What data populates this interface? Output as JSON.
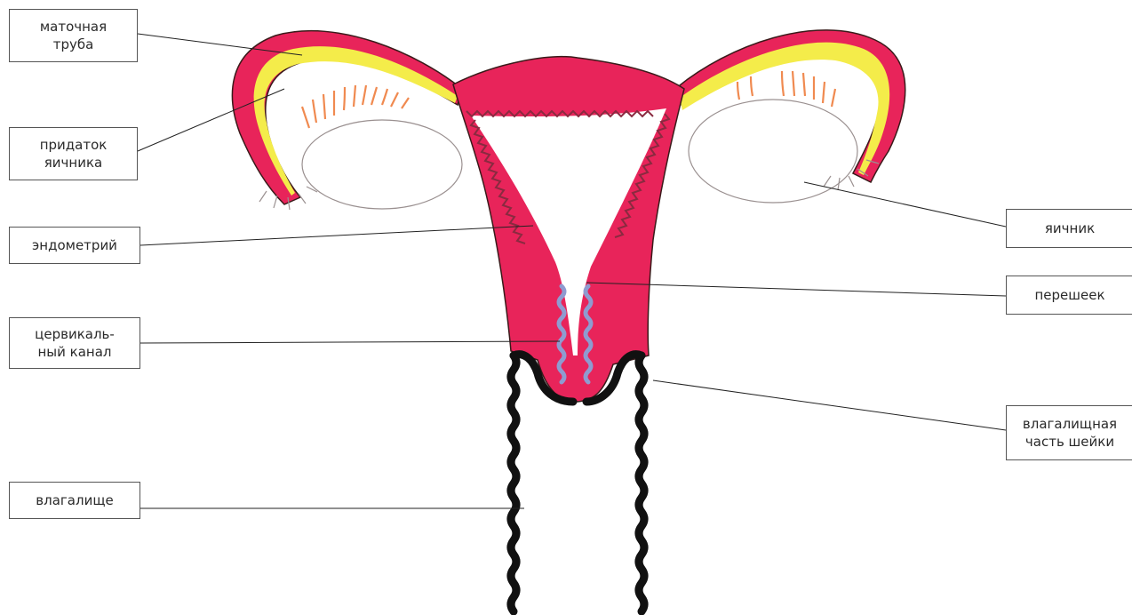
{
  "labels": {
    "fallopian_tube": "маточная\nтруба",
    "epoophoron": "придаток\nяичника",
    "endometrium": "эндометрий",
    "cervical_canal": "цервикаль-\nный канал",
    "vagina": "влагалище",
    "ovary": "яичник",
    "isthmus": "перешеек",
    "vaginal_portion": "влагалищная\nчасть шейки"
  },
  "colors": {
    "uterus_wall": "#e8245a",
    "tube_inner": "#f4ec4a",
    "endometrium_line": "#8a2a40",
    "cervix_mucosa": "#8f9bd0",
    "vagina_wall": "#111111",
    "outline": "#3a1a1a",
    "ovary_outline": "#9a9090",
    "leader_line": "#222222",
    "fimbria_orange": "#f08a50"
  }
}
